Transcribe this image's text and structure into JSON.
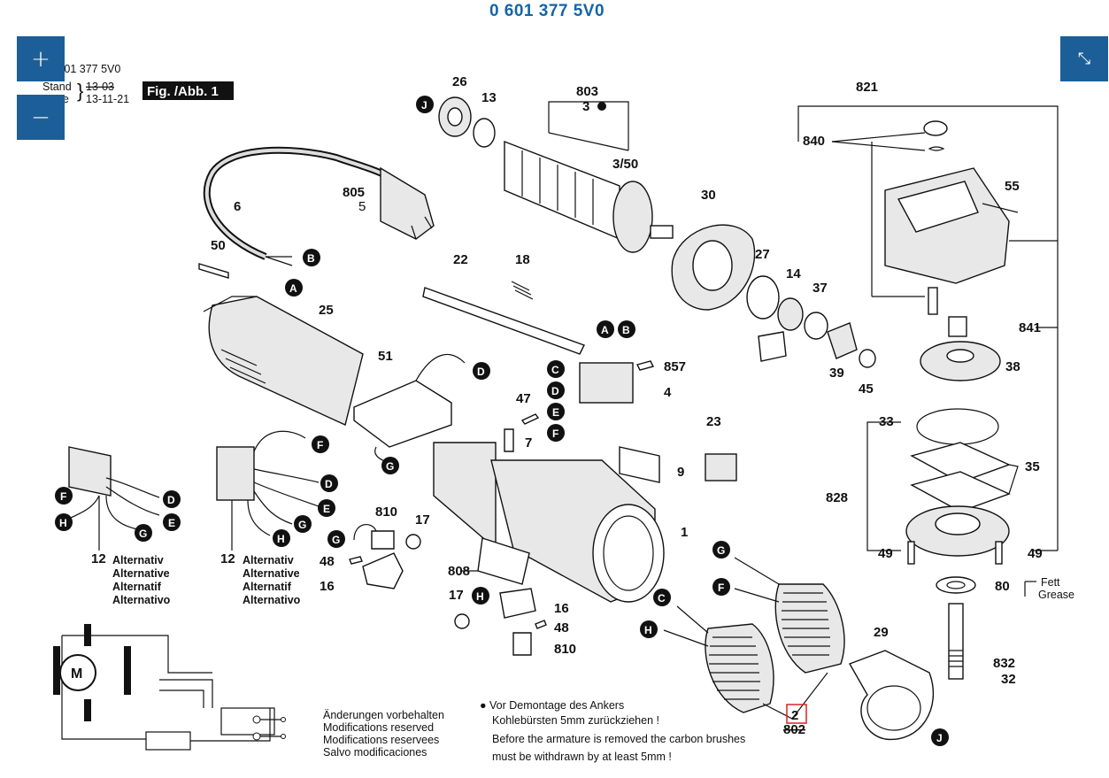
{
  "title": "0 601 377 5V0",
  "controls": {
    "zoom_in": "+",
    "zoom_out": "−",
    "fit": "⤡"
  },
  "header": {
    "part_no": "0 601 377 5V0",
    "stand_label": "Stand",
    "issue_label": "Issue",
    "stand_date": "13-03",
    "issue_date": "13-11-21",
    "fig_label": "Fig. /Abb. 1"
  },
  "labels": {
    "p26": "26",
    "p13": "13",
    "p803": "803",
    "p3": "3",
    "p3_50": "3/50",
    "p821": "821",
    "p840": "840",
    "p55": "55",
    "p805": "805",
    "p5": "5",
    "p6": "6",
    "p30": "30",
    "p50": "50",
    "p22": "22",
    "p18": "18",
    "p27": "27",
    "p14": "14",
    "p37": "37",
    "p841": "841",
    "p25": "25",
    "p857": "857",
    "p38": "38",
    "p51": "51",
    "p4": "4",
    "p39": "39",
    "p45": "45",
    "p47": "47",
    "p33": "33",
    "p23": "23",
    "p7": "7",
    "p35": "35",
    "p9": "9",
    "p828": "828",
    "p810a": "810",
    "p17a": "17",
    "p1": "1",
    "p49a": "49",
    "p49b": "49",
    "p48a": "48",
    "p808": "808",
    "p80": "80",
    "p16a": "16",
    "p17b": "17",
    "p16b": "16",
    "p48b": "48",
    "p810b": "810",
    "p29": "29",
    "p832": "832",
    "p32": "32",
    "p2": "2",
    "p802": "802",
    "p12a": "12",
    "p12b": "12"
  },
  "alternativ": [
    "Alternativ",
    "Alternative",
    "Alternatif",
    "Alternativo"
  ],
  "grease": {
    "de": "Fett",
    "en": "Grease"
  },
  "callouts": {
    "A": "A",
    "B": "B",
    "C": "C",
    "D": "D",
    "E": "E",
    "F": "F",
    "G": "G",
    "H": "H",
    "J": "J"
  },
  "motor_symbol": "M",
  "modifications": [
    "Änderungen vorbehalten",
    "Modifications reserved",
    "Modifications reservees",
    "Salvo modificaciones"
  ],
  "armature_note": {
    "de_1": "● Vor Demontage des Ankers",
    "de_2": "Kohlebürsten 5mm zurückziehen !",
    "en_1": "Before the armature is removed the carbon brushes",
    "en_2": "must be withdrawn by at least 5mm !"
  }
}
